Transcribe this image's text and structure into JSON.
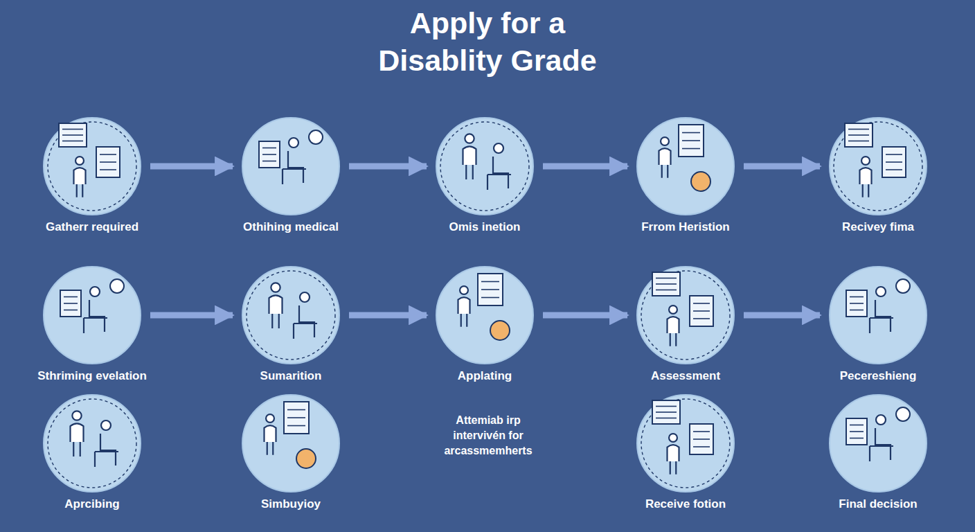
{
  "diagram": {
    "title": "Apply for a Disablity Grade",
    "nodes": [
      {
        "text": [
          "Gatherr required"
        ]
      },
      {
        "text": [
          "Othihing medical"
        ]
      },
      {
        "text": [
          "Omis inetion"
        ]
      },
      {
        "text": [
          "Frrom Heristion"
        ]
      },
      {
        "text": [
          "Recivey fima"
        ]
      },
      {
        "text": [
          "Sthriming evelation"
        ]
      },
      {
        "text": [
          "Sumarition"
        ]
      },
      {
        "text": [
          "Applating"
        ]
      },
      {
        "text": [
          "Assessment"
        ]
      },
      {
        "text": [
          "Pecereshieng"
        ]
      },
      {
        "text": [
          "Aprcibing"
        ]
      },
      {
        "text": [
          "Simbuyioy"
        ]
      },
      {
        "text": [
          "Receive fotion"
        ]
      },
      {
        "text": [
          "Final decision"
        ]
      }
    ],
    "edges": [
      {
        "from": 0,
        "to": 1,
        "arrow": "to"
      },
      {
        "from": 1,
        "to": 2,
        "arrow": "to"
      },
      {
        "from": 2,
        "to": 3,
        "arrow": "to"
      },
      {
        "from": 3,
        "to": 4,
        "arrow": "to"
      },
      {
        "from": 5,
        "to": 6,
        "arrow": "to"
      },
      {
        "from": 6,
        "to": 7,
        "arrow": "to"
      },
      {
        "from": 7,
        "to": 8,
        "arrow": "to"
      },
      {
        "from": 8,
        "to": 9,
        "arrow": "to"
      }
    ],
    "labels": [
      "Attemiab irp intervivén for arcassmemherts"
    ]
  }
}
